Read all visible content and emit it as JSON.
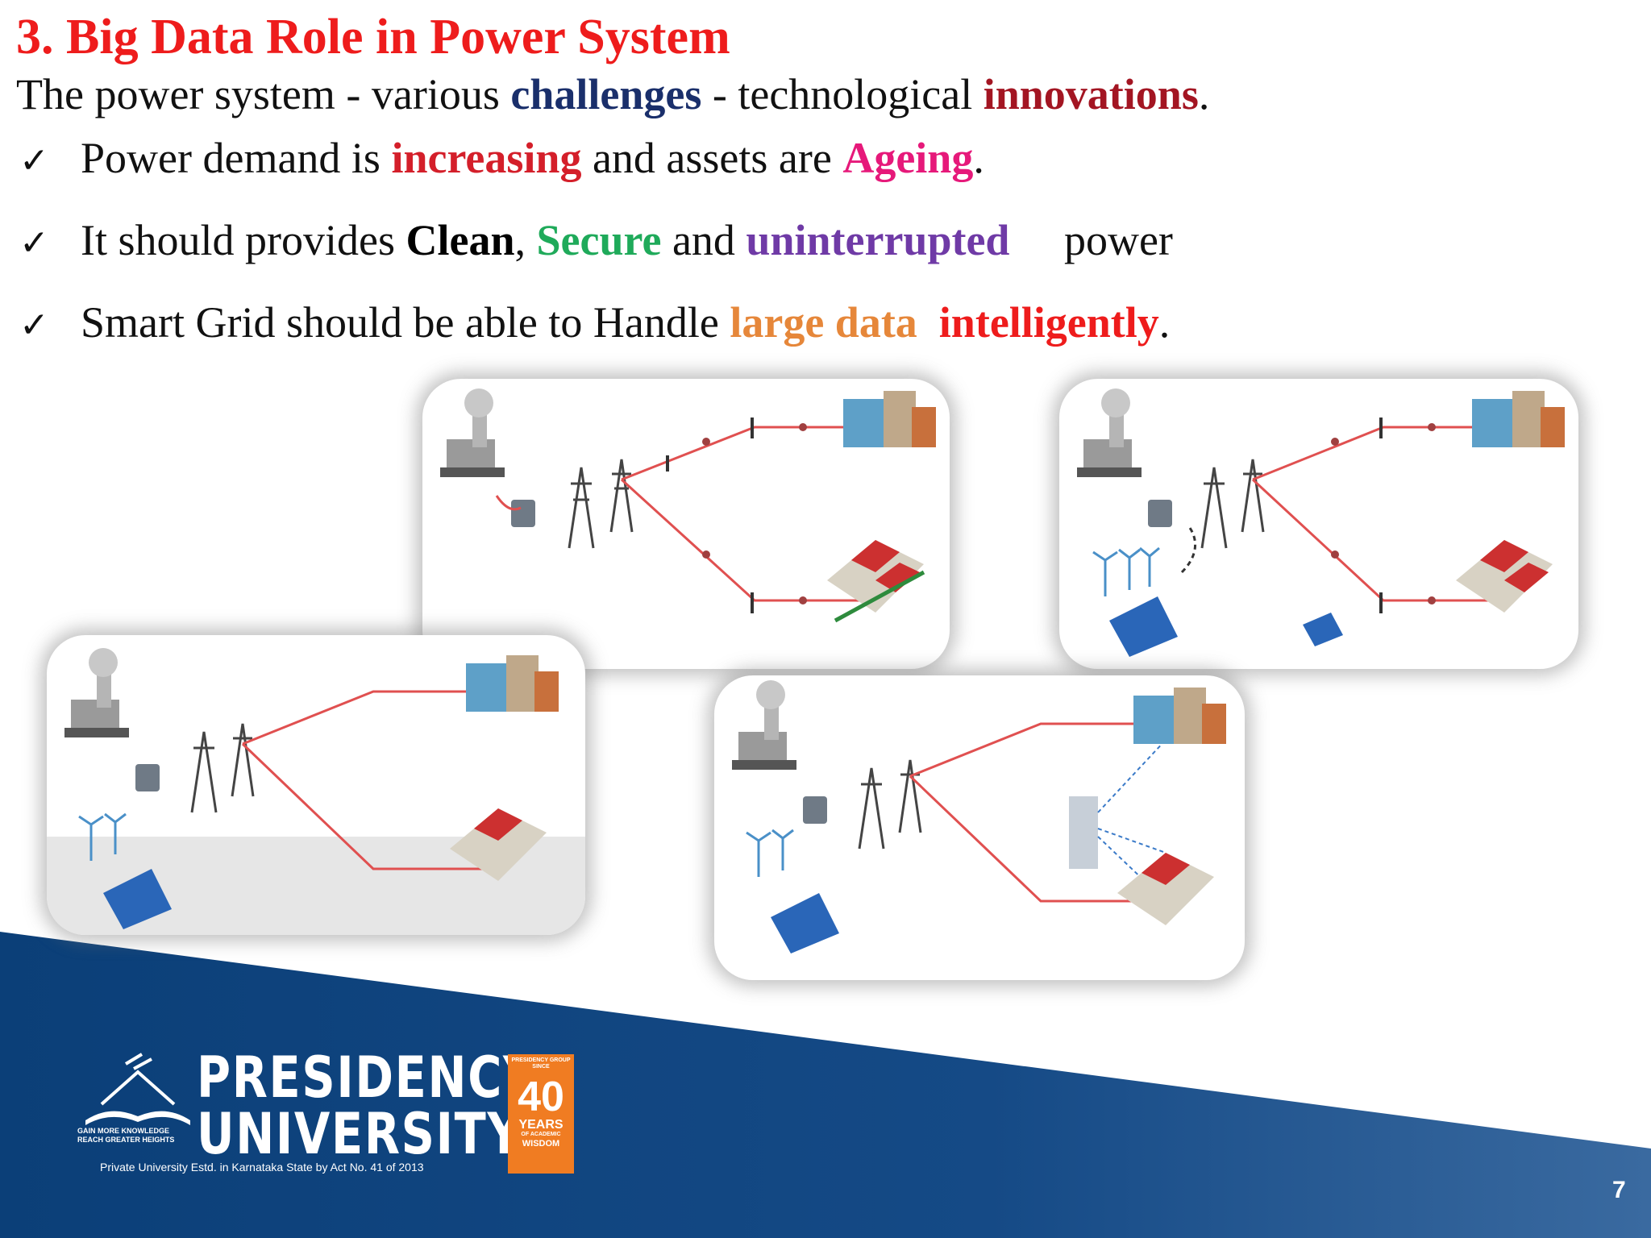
{
  "slide": {
    "title": "3. Big Data Role in Power System",
    "subtitle": {
      "t1": "The power system - various ",
      "t2": "challenges",
      "t3": " - technological ",
      "t4": "innovations",
      "t5": "."
    },
    "bullets": [
      {
        "check": "✓",
        "t1": "Power demand is ",
        "t2": "increasing",
        "t3": " and assets are ",
        "t4": "Ageing",
        "t5": "."
      },
      {
        "check": "✓",
        "t1": "It should provides ",
        "t2": "Clean",
        "t3": ", ",
        "t4": "Secure",
        "t5": " and ",
        "t6": "uninterrupted",
        "t7": "     power"
      },
      {
        "check": "✓",
        "t1": "Smart Grid should be able to Handle ",
        "t2": "large data",
        "t3": "  ",
        "t4": "intelligently",
        "t5": "."
      }
    ],
    "page_number": "7"
  },
  "footer": {
    "university_line1": "PRESIDENCY",
    "university_line2": "UNIVERSITY",
    "tagline": "GAIN MORE KNOWLEDGE REACH GREATER HEIGHTS",
    "established": "Private University Estd. in Karnataka State by Act No. 41 of 2013",
    "badge": {
      "top": "PRESIDENCY GROUP",
      "since": "SINCE",
      "number": "40",
      "years": "YEARS",
      "of": "OF ACADEMIC",
      "wisdom": "WISDOM"
    },
    "colors": {
      "band_dark": "#0b3f78",
      "band_light": "#2a5d96",
      "badge": "#f07c22"
    }
  },
  "icons": [
    "checkmark-icon",
    "power-plant-icon",
    "transformer-icon",
    "pylon-icon",
    "wind-turbine-icon",
    "solar-panel-icon",
    "building-icon",
    "house-icon",
    "data-center-icon",
    "logo-book-icon"
  ]
}
